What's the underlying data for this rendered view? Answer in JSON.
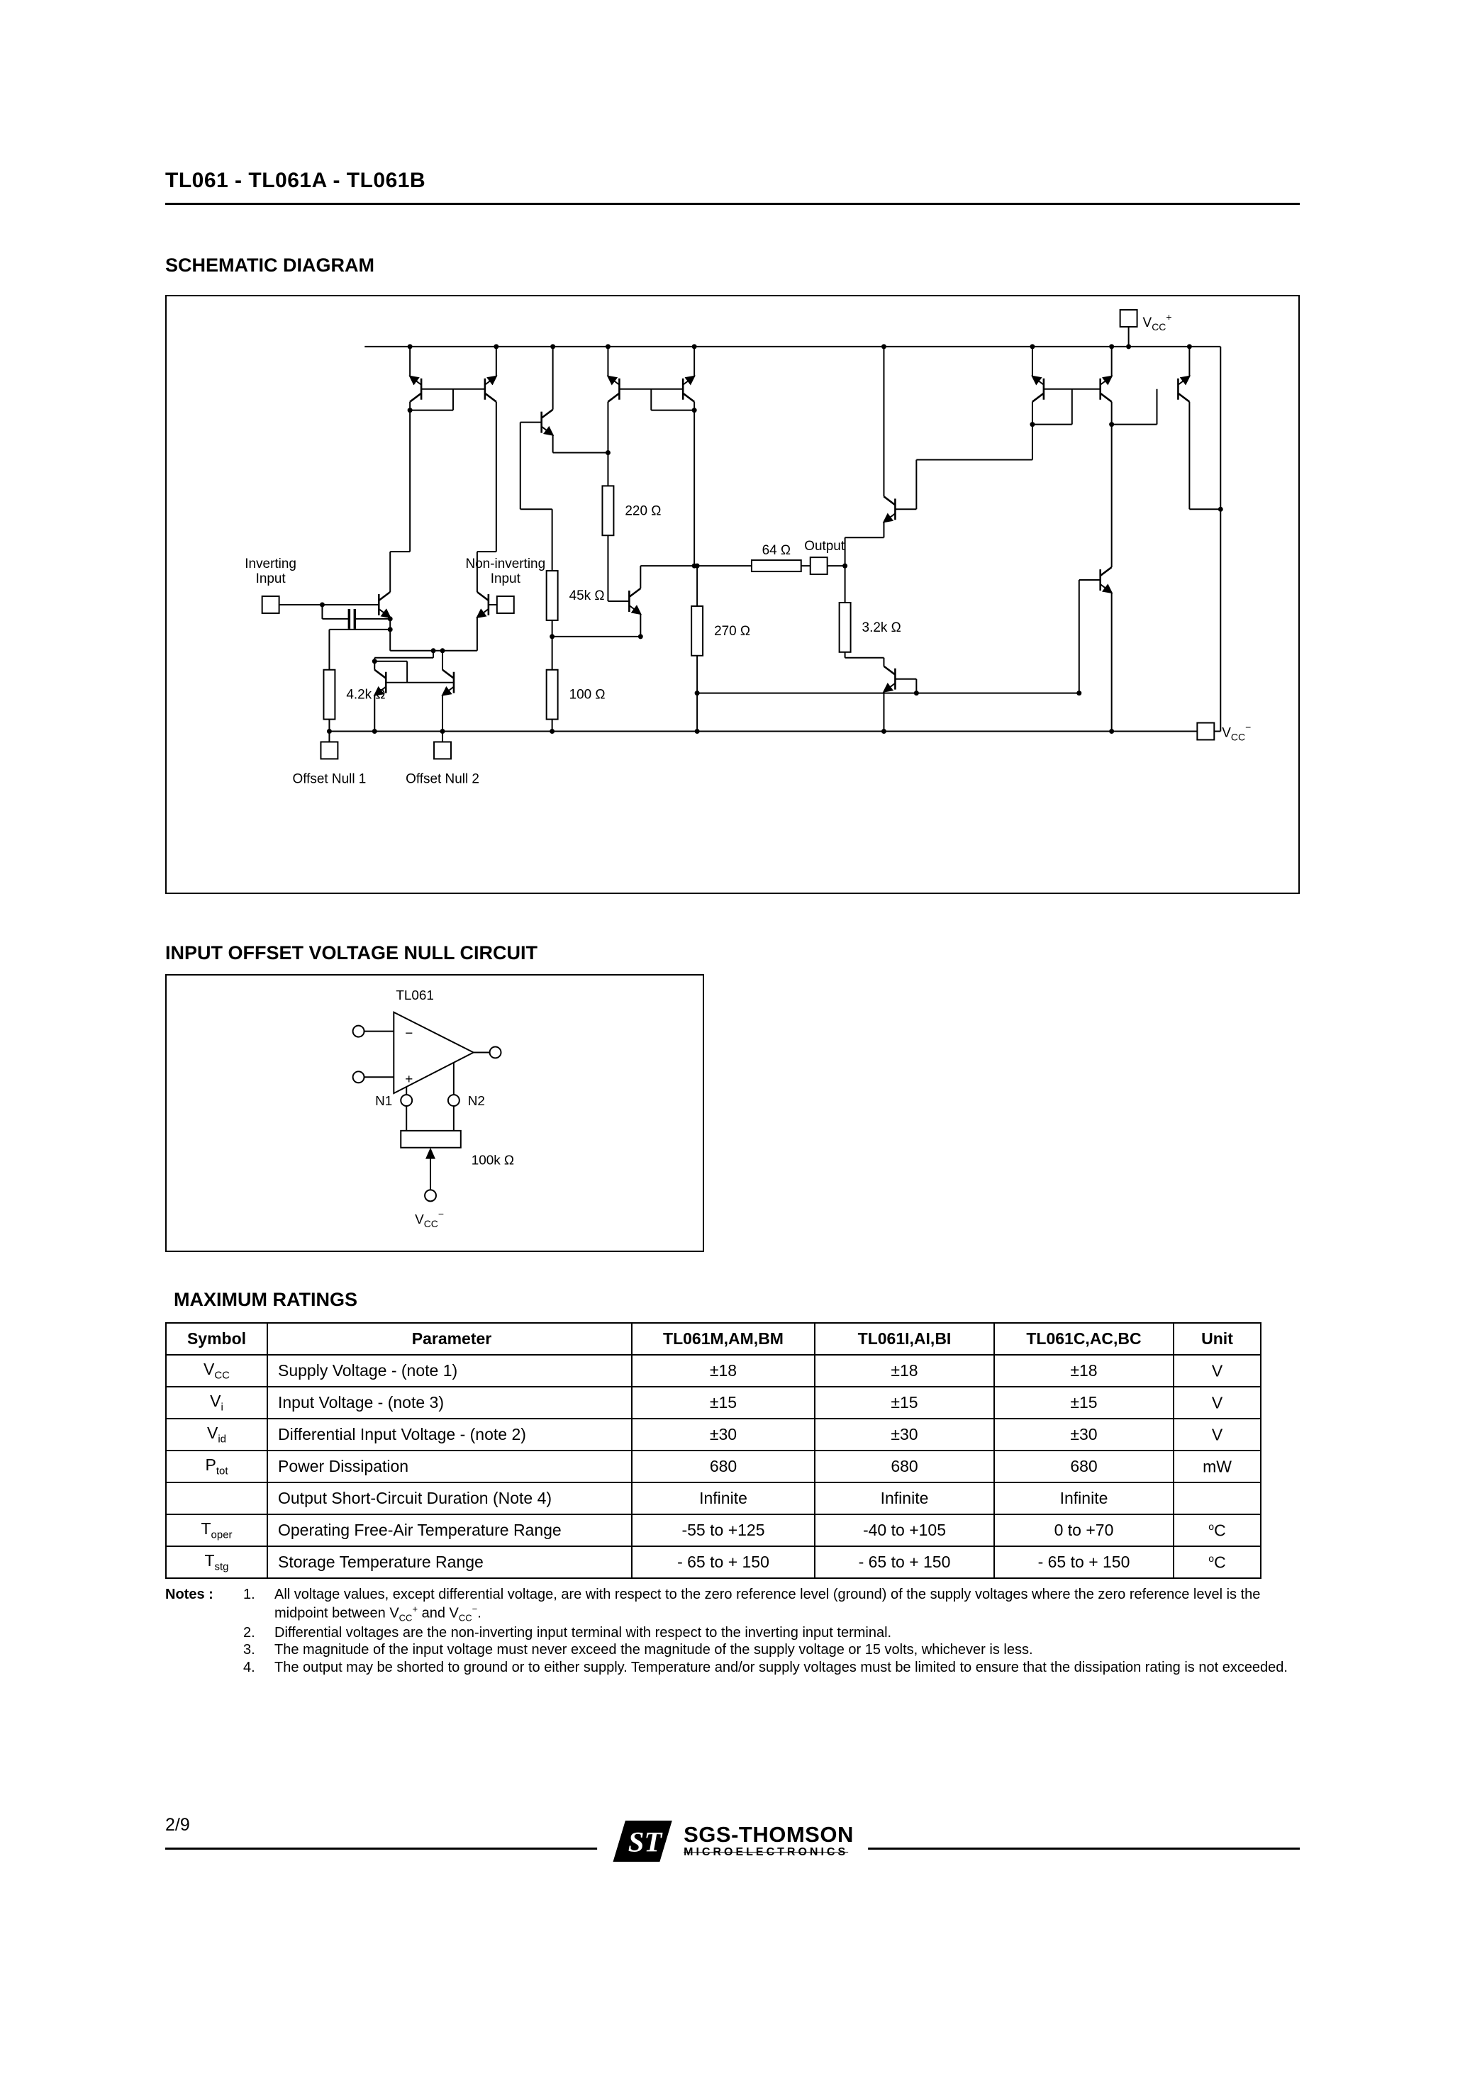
{
  "header": {
    "title": "TL061 - TL061A - TL061B"
  },
  "sections": {
    "schematic_title": "SCHEMATIC DIAGRAM",
    "null_circuit_title": "INPUT OFFSET VOLTAGE NULL CIRCUIT",
    "ratings_title": "MAXIMUM RATINGS"
  },
  "schematic": {
    "labels": {
      "inverting_line1": "Inverting",
      "inverting_line2": "Input",
      "noninverting_line1": "Non-inverting",
      "noninverting_line2": "Input",
      "output": "Output",
      "offset_null_1": "Offset Null 1",
      "offset_null_2": "Offset Null 2",
      "r220": "220 Ω",
      "r64": "64 Ω",
      "r45k": "45k Ω",
      "r270": "270 Ω",
      "r3k2": "3.2k Ω",
      "r100": "100 Ω",
      "r4k2": "4.2k Ω",
      "v": "V",
      "cc": "CC",
      "plus": "+",
      "minus": "−"
    }
  },
  "null_circuit": {
    "device": "TL061",
    "n1": "N1",
    "n2": "N2",
    "pot": "100k Ω",
    "minus_sign": "−",
    "plus_sign": "+",
    "v": "V",
    "cc": "CC",
    "sup_minus": "−"
  },
  "ratings": {
    "headers": {
      "symbol": "Symbol",
      "parameter": "Parameter",
      "m": "TL061M,AM,BM",
      "i": "TL061I,AI,BI",
      "c": "TL061C,AC,BC",
      "unit": "Unit"
    },
    "rows": [
      {
        "sym": "V",
        "sub": "CC",
        "parameter": "Supply Voltage - (note 1)",
        "m": "±18",
        "i": "±18",
        "c": "±18",
        "unit": "V"
      },
      {
        "sym": "V",
        "sub": "i",
        "parameter": "Input Voltage - (note 3)",
        "m": "±15",
        "i": "±15",
        "c": "±15",
        "unit": "V"
      },
      {
        "sym": "V",
        "sub": "id",
        "parameter": "Differential Input Voltage - (note 2)",
        "m": "±30",
        "i": "±30",
        "c": "±30",
        "unit": "V"
      },
      {
        "sym": "P",
        "sub": "tot",
        "parameter": "Power Dissipation",
        "m": "680",
        "i": "680",
        "c": "680",
        "unit": "mW"
      },
      {
        "sym": "",
        "sub": "",
        "parameter": "Output Short-Circuit Duration (Note 4)",
        "m": "Infinite",
        "i": "Infinite",
        "c": "Infinite",
        "unit": ""
      },
      {
        "sym": "T",
        "sub": "oper",
        "parameter": "Operating Free-Air Temperature Range",
        "m": "-55 to +125",
        "i": "-40 to +105",
        "c": "0 to +70",
        "unit_sup": "o",
        "unit": "C"
      },
      {
        "sym": "T",
        "sub": "stg",
        "parameter": "Storage Temperature Range",
        "m": "- 65 to + 150",
        "i": "- 65 to + 150",
        "c": "- 65 to + 150",
        "unit_sup": "o",
        "unit": "C"
      }
    ]
  },
  "notes": {
    "label": "Notes :",
    "n1": {
      "num": "1.",
      "t1": "All voltage values, except differential voltage, are with respect to the zero reference level (ground) of the supply voltages where the zero reference level is the midpoint between ",
      "v1": "V",
      "v1sub": "CC",
      "v1sup": "+",
      "mid": " and ",
      "v2": "V",
      "v2sub": "CC",
      "v2sup": "−",
      "end": "."
    },
    "n2": {
      "num": "2.",
      "text": "Differential voltages are the non-inverting input terminal with respect to the inverting input terminal."
    },
    "n3": {
      "num": "3.",
      "text": "The magnitude of the input voltage must never exceed the magnitude of the supply voltage or 15 volts, whichever is less."
    },
    "n4": {
      "num": "4.",
      "text": "The output may be shorted to ground or to either supply. Temperature and/or supply voltages must be limited to ensure that the dissipation rating is not exceeded."
    }
  },
  "footer": {
    "page_number": "2/9",
    "brand": "SGS-THOMSON",
    "brand_sub": "MICROELECTRONICS",
    "logo_text": "ST"
  }
}
